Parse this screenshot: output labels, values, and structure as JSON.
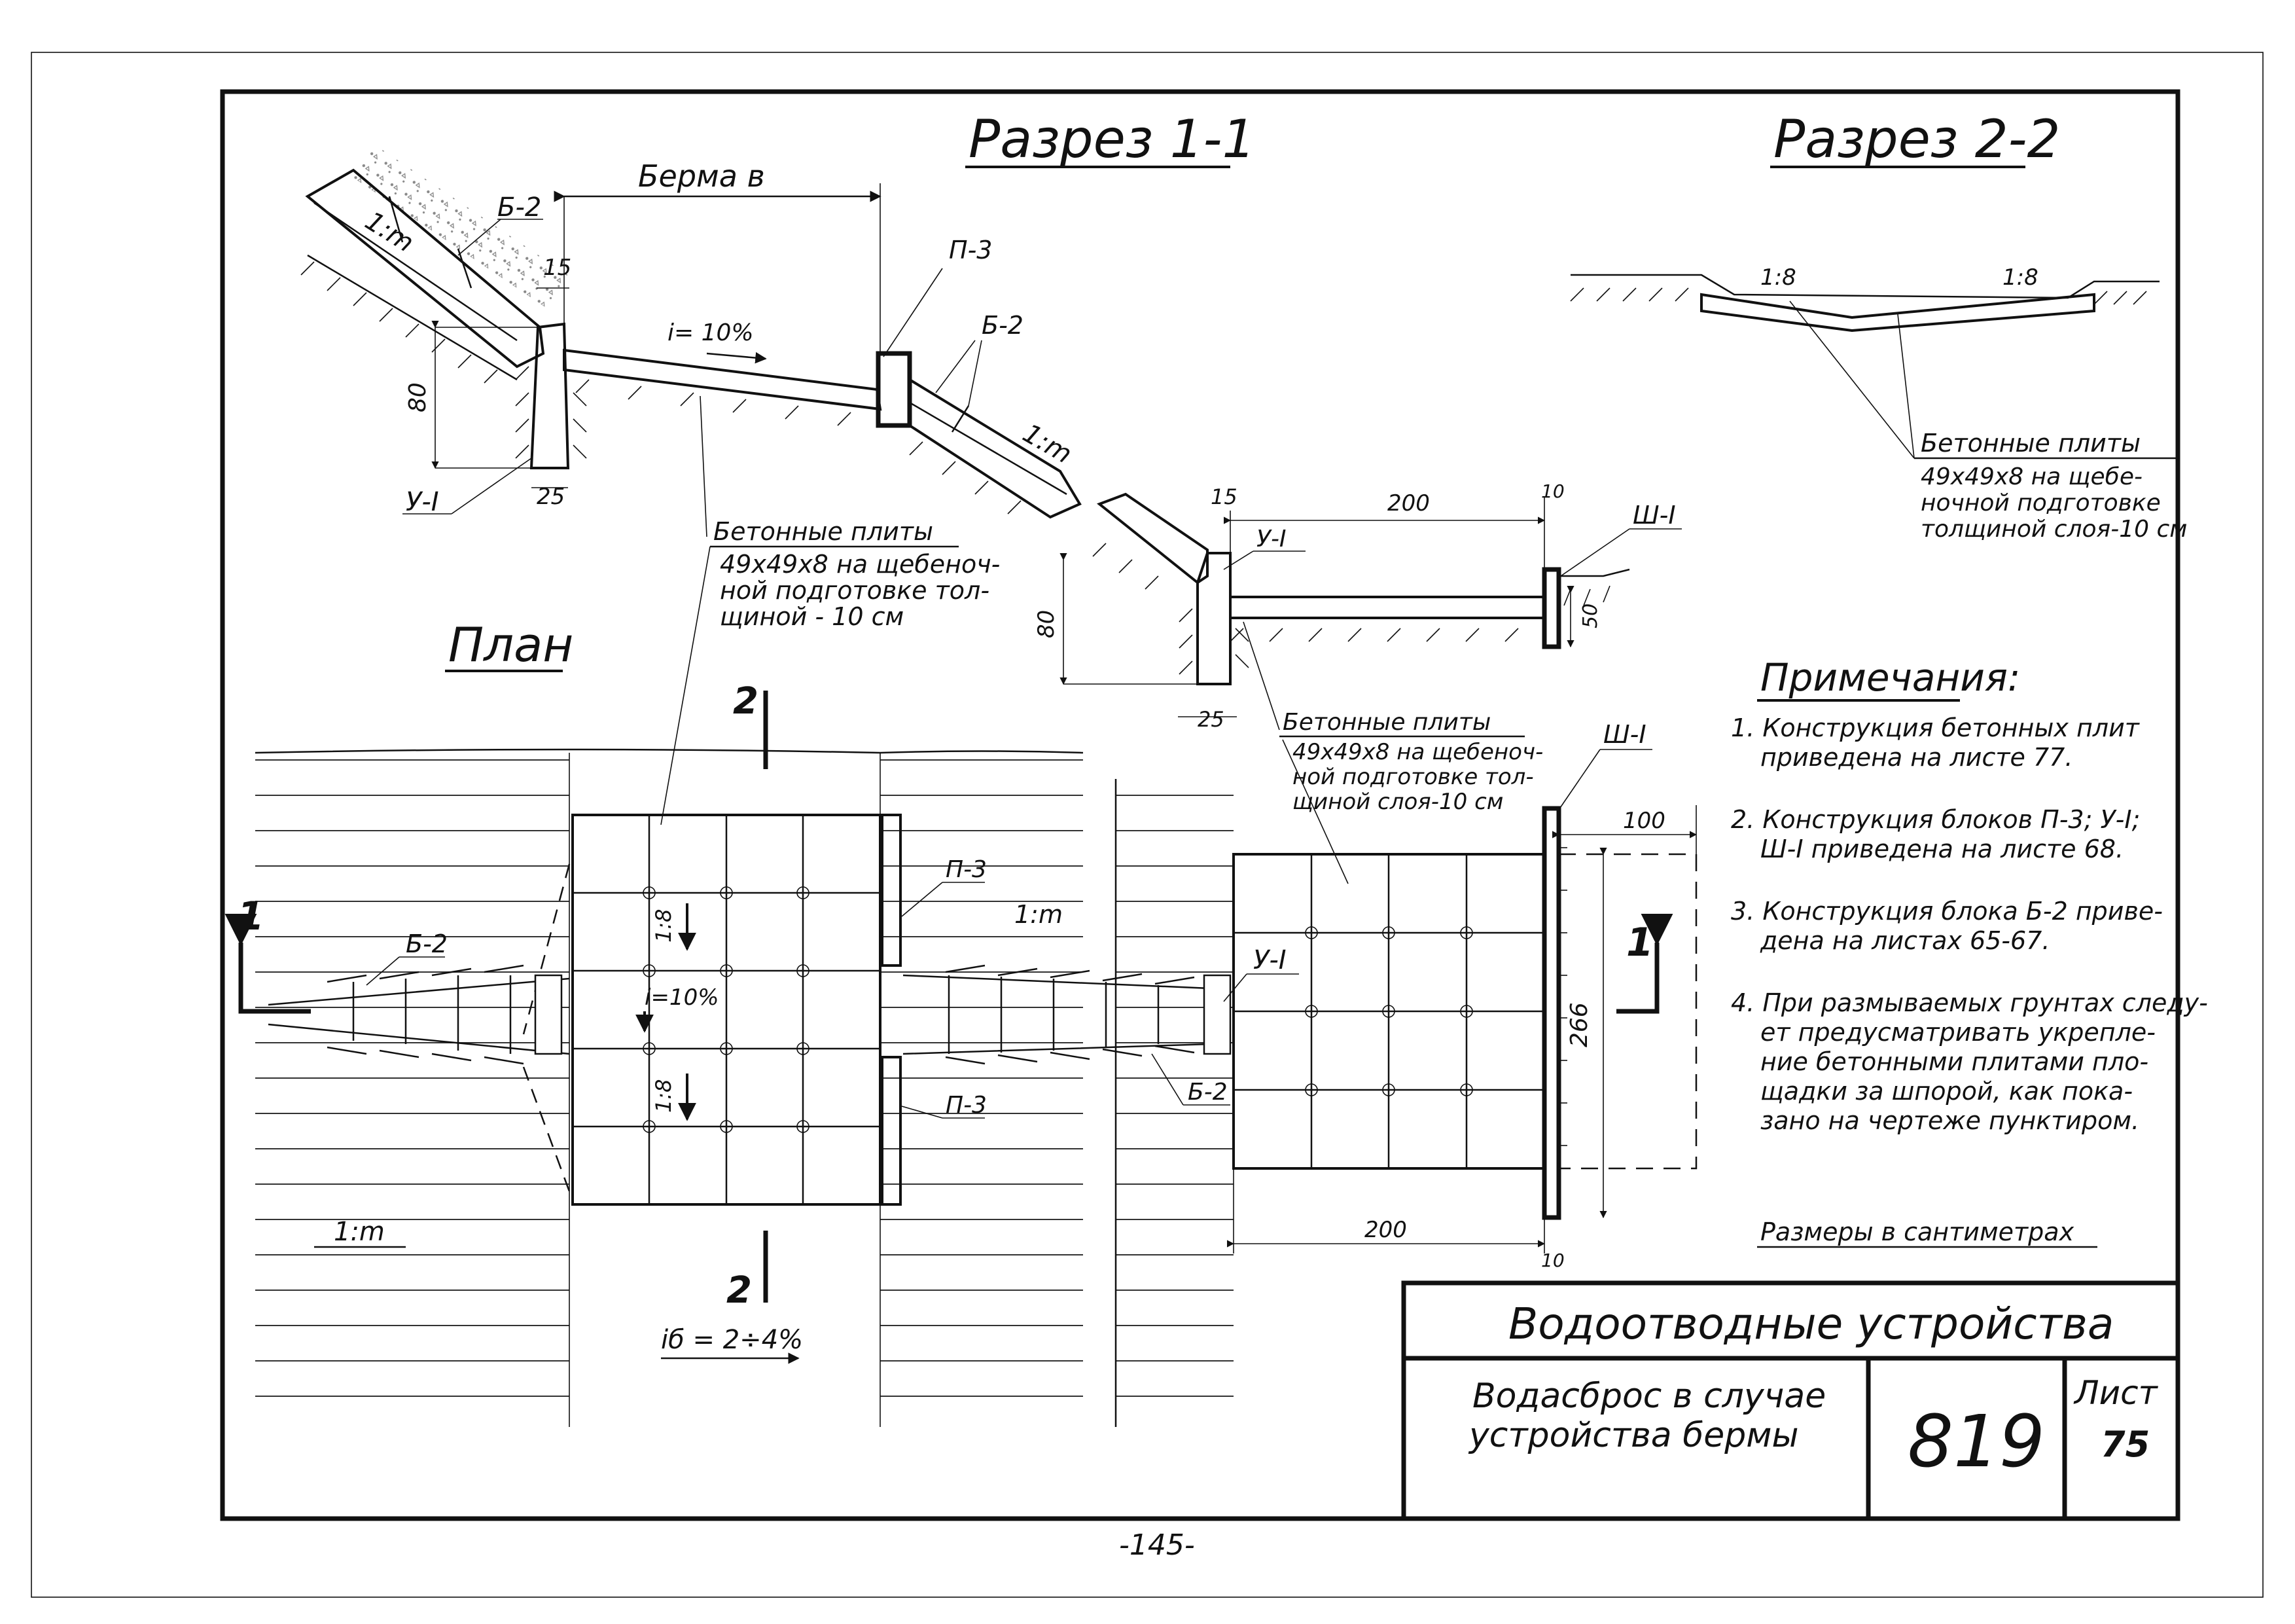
{
  "headings": {
    "section_1": "Разрез 1-1",
    "section_2": "Разрез 2-2",
    "plan": "План",
    "notes": "Примечания:"
  },
  "section_1": {
    "berm": "Берма в",
    "slope_upper": "1:m",
    "slope_lower": "1:m",
    "block_b2_upper": "Б-2",
    "block_b2_lower": "Б-2",
    "block_p3": "П-3",
    "block_u1": "У-I",
    "slope_percent": "i= 10%",
    "dim_15": "15",
    "dim_80": "80",
    "dim_25": "25",
    "slabs_title": "Бетонные плиты",
    "slabs_desc": [
      "49х49х8 на щебеноч-",
      "ной подготовке тол-",
      "щиной - 10 см"
    ]
  },
  "section_outlet": {
    "dim_15": "15",
    "dim_200": "200",
    "dim_10": "10",
    "dim_80": "80",
    "dim_25": "25",
    "dim_50": "50",
    "block_u1": "У-I",
    "block_sh1": "Ш-I",
    "slabs_title": "Бетонные плиты",
    "slabs_desc": [
      "49х49х8 на щебеноч-",
      "ной подготовке тол-",
      "щиной слоя-10 см"
    ]
  },
  "section_2": {
    "slope_left": "1:8",
    "slope_right": "1:8",
    "slabs_title": "Бетонные плиты",
    "slabs_desc": [
      "49х49х8 на щебе-",
      "ночной подготовке",
      "толщиной слоя-10 см"
    ]
  },
  "plan": {
    "cut_1_left": "1",
    "cut_1_right": "1",
    "cut_2_top": "2",
    "cut_2_bottom": "2",
    "block_b2_left": "Б-2",
    "block_b2_right": "Б-2",
    "block_p3_top": "П-3",
    "block_p3_bottom": "П-3",
    "block_u1": "У-I",
    "block_sh1": "Ш-I",
    "slope_1m_right": "1:m",
    "slope_1m_left": "1:m",
    "slope_18_top": "1:8",
    "slope_18_bottom": "1:8",
    "slope_percent": "i=10%",
    "berm_slope": "iб = 2÷4%",
    "dim_100": "100",
    "dim_266": "266",
    "dim_200": "200",
    "dim_10": "10"
  },
  "notes": [
    [
      "1. Конструкция бетонных плит",
      "приведена на листе 77."
    ],
    [
      "2. Конструкция блоков П-3; У-I;",
      "Ш-I приведена на листе 68."
    ],
    [
      "3. Конструкция блока Б-2 приве-",
      "дена на листах 65-67."
    ],
    [
      "4. При размываемых грунтах следу-",
      "ет предусматривать укрепле-",
      "ние бетонными плитами пло-",
      "щадки за шпорой, как пока-",
      "зано на чертеже пунктиром."
    ]
  ],
  "units_note": "Размеры в сантиметрах",
  "title_block": {
    "title": "Водоотводные устройства",
    "subtitle_line1": "Водасброс в случае",
    "subtitle_line2": "устройства бермы",
    "number": "819",
    "sheet_label": "Лист",
    "sheet_number": "75"
  },
  "page_number": "-145-"
}
